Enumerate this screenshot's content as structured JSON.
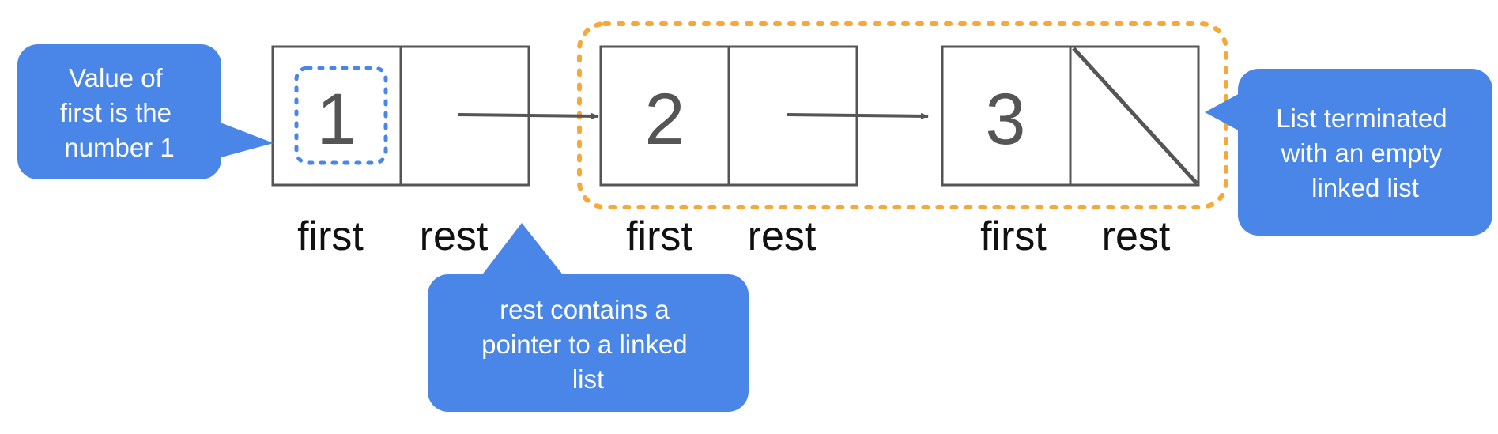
{
  "colors": {
    "box_stroke": "#555555",
    "arrow": "#555555",
    "value_text": "#555555",
    "label_text": "#111111",
    "callout_fill": "#4a86e8",
    "callout_text": "#ffffff",
    "highlight_dotted": "#4a86e8",
    "group_dotted": "#f6a93b"
  },
  "nodes": [
    {
      "value": "1",
      "first_label": "first",
      "rest_label": "rest",
      "rest": "pointer"
    },
    {
      "value": "2",
      "first_label": "first",
      "rest_label": "rest",
      "rest": "pointer"
    },
    {
      "value": "3",
      "first_label": "first",
      "rest_label": "rest",
      "rest": "empty"
    }
  ],
  "callouts": {
    "first_value": [
      "Value of",
      "first is the",
      "number 1"
    ],
    "rest_pointer": [
      "rest contains a",
      "pointer to a linked",
      "list"
    ],
    "terminated": [
      "List terminated",
      "with an empty",
      "linked list"
    ]
  }
}
